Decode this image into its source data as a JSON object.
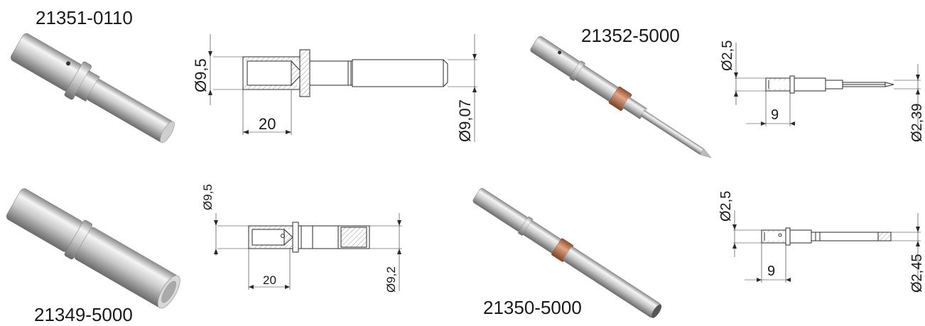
{
  "parts": [
    {
      "code": "21351-0110",
      "dims": {
        "outer": "Ø9,5",
        "bore": "Ø9,07",
        "depth": "20"
      }
    },
    {
      "code": "21352-5000",
      "dims": {
        "outer": "Ø2,5",
        "pin": "Ø2,39",
        "depth": "9"
      }
    },
    {
      "code": "21349-5000",
      "dims": {
        "outer": "Ø9,5",
        "bore": "Ø9,2",
        "depth": "20"
      }
    },
    {
      "code": "21350-5000",
      "dims": {
        "outer": "Ø2,5",
        "bore": "Ø2,45",
        "depth": "9"
      }
    }
  ],
  "colors": {
    "line": "#2a2a2a",
    "hatch": "#888888",
    "steel_dark": "#6e6e6e",
    "steel_light": "#e6e6e6",
    "copper": "#c07a55"
  }
}
